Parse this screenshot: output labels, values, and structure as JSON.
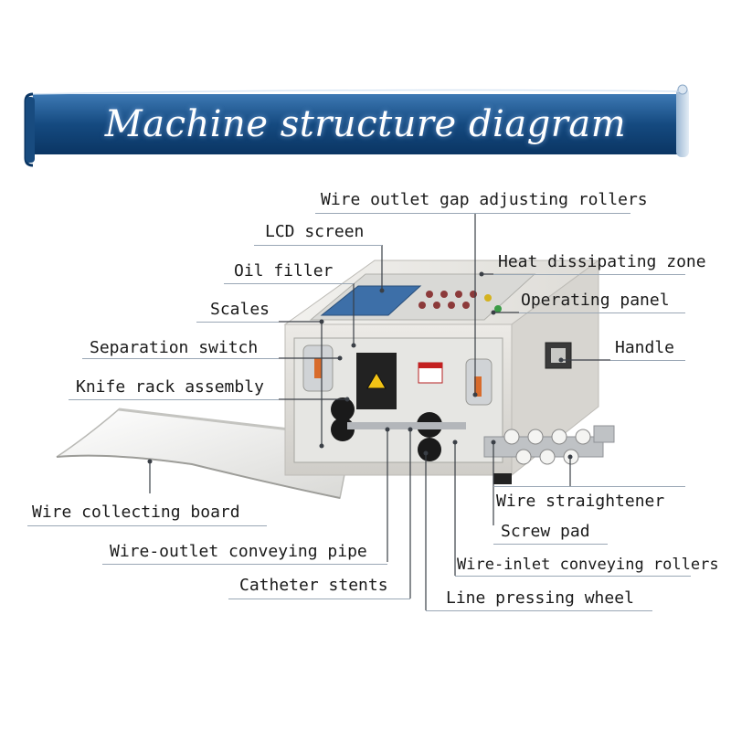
{
  "title": "Machine structure diagram",
  "labels": {
    "wire_outlet_gap": "Wire outlet gap adjusting rollers",
    "lcd_screen": "LCD screen",
    "heat_zone": "Heat dissipating zone",
    "oil_filler": "Oil filler",
    "operating_panel": "Operating panel",
    "scales": "Scales",
    "separation_switch": "Separation switch",
    "handle": "Handle",
    "knife_rack": "Knife rack assembly",
    "wire_collecting_board": "Wire collecting board",
    "wire_straightener": "Wire straightener",
    "screw_pad": "Screw pad",
    "wire_outlet_pipe": "Wire-outlet conveying pipe",
    "wire_inlet_rollers": "Wire-inlet conveying rollers",
    "catheter_stents": "Catheter stents",
    "line_pressing_wheel": "Line pressing wheel"
  },
  "panel": {
    "danger_label": "DANGER"
  },
  "colors": {
    "banner_dark": "#0c3d6e",
    "banner_light": "#2f6aa3",
    "leader": "#3a3f46",
    "machine_body": "#dcdcd8",
    "lcd": "#3d6fa8"
  }
}
